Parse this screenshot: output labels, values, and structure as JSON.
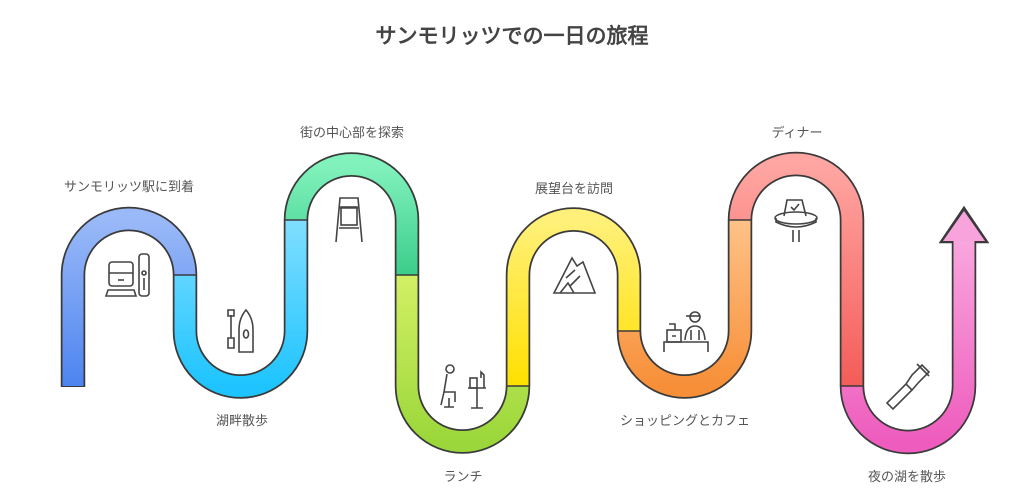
{
  "title": "サンモリッツでの一日の旅程",
  "steps": [
    {
      "label": "サンモリッツ駅に到着",
      "icon": "train-station-icon",
      "color": "#6f9cf3"
    },
    {
      "label": "湖畔散歩",
      "icon": "paddle-boat-icon",
      "color": "#3fcfff"
    },
    {
      "label": "街の中心部を探索",
      "icon": "sign-board-icon",
      "color": "#5fe0a3"
    },
    {
      "label": "ランチ",
      "icon": "diner-table-icon",
      "color": "#b7e34c"
    },
    {
      "label": "展望台を訪問",
      "icon": "mountain-icon",
      "color": "#ffe836"
    },
    {
      "label": "ショッピングとカフェ",
      "icon": "cashier-icon",
      "color": "#f9a55a"
    },
    {
      "label": "ディナー",
      "icon": "reserved-table-icon",
      "color": "#fa7f7b"
    },
    {
      "label": "夜の湖を散歩",
      "icon": "flashlight-icon",
      "color": "#f27fcf"
    }
  ]
}
